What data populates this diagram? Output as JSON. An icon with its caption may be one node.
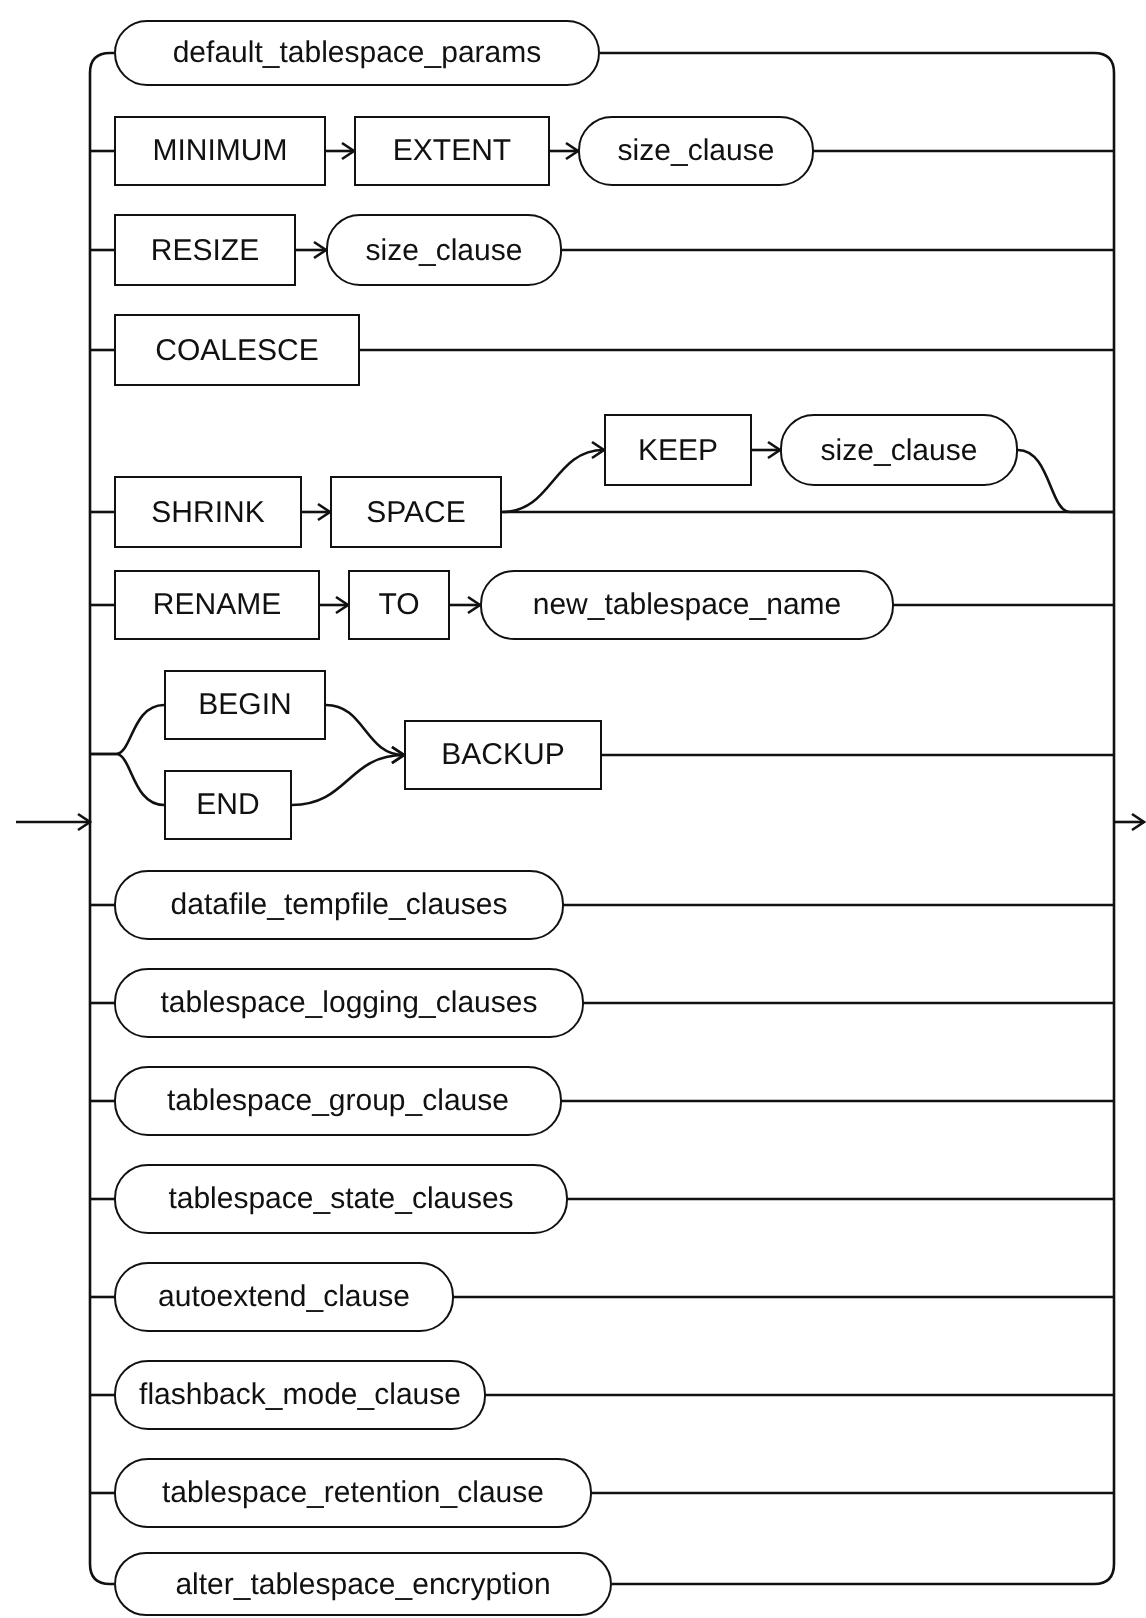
{
  "diagram": {
    "nodes": [
      {
        "text": [
          "default_tablespace_params"
        ]
      },
      {
        "text": [
          "MINIMUM"
        ]
      },
      {
        "text": [
          "EXTENT"
        ]
      },
      {
        "text": [
          "size_clause"
        ]
      },
      {
        "text": [
          "RESIZE"
        ]
      },
      {
        "text": [
          "size_clause"
        ]
      },
      {
        "text": [
          "COALESCE"
        ]
      },
      {
        "text": [
          "SHRINK"
        ]
      },
      {
        "text": [
          "SPACE"
        ]
      },
      {
        "text": [
          "KEEP"
        ]
      },
      {
        "text": [
          "size_clause"
        ]
      },
      {
        "text": [
          "RENAME"
        ]
      },
      {
        "text": [
          "TO"
        ]
      },
      {
        "text": [
          "new_tablespace_name"
        ]
      },
      {
        "text": [
          "BEGIN"
        ]
      },
      {
        "text": [
          "END"
        ]
      },
      {
        "text": [
          "BACKUP"
        ]
      },
      {
        "text": [
          "datafile_tempfile_clauses"
        ]
      },
      {
        "text": [
          "tablespace_logging_clauses"
        ]
      },
      {
        "text": [
          "tablespace_group_clause"
        ]
      },
      {
        "text": [
          "tablespace_state_clauses"
        ]
      },
      {
        "text": [
          "autoextend_clause"
        ]
      },
      {
        "text": [
          "flashback_mode_clause"
        ]
      },
      {
        "text": [
          "tablespace_retention_clause"
        ]
      },
      {
        "text": [
          "alter_tablespace_encryption"
        ]
      }
    ],
    "edges": [
      {
        "from": null,
        "to": 0,
        "arrow": "none"
      },
      {
        "from": 0,
        "to": null,
        "arrow": "none"
      },
      {
        "from": null,
        "to": 1,
        "arrow": "none"
      },
      {
        "from": 1,
        "to": 2,
        "arrow": "to"
      },
      {
        "from": 2,
        "to": 3,
        "arrow": "to"
      },
      {
        "from": 3,
        "to": null,
        "arrow": "none"
      },
      {
        "from": null,
        "to": 4,
        "arrow": "none"
      },
      {
        "from": 4,
        "to": 5,
        "arrow": "to"
      },
      {
        "from": 5,
        "to": null,
        "arrow": "none"
      },
      {
        "from": null,
        "to": 6,
        "arrow": "none"
      },
      {
        "from": 6,
        "to": null,
        "arrow": "none"
      },
      {
        "from": null,
        "to": 7,
        "arrow": "none"
      },
      {
        "from": 7,
        "to": 8,
        "arrow": "to"
      },
      {
        "from": 8,
        "to": 9,
        "arrow": "to"
      },
      {
        "from": 9,
        "to": 10,
        "arrow": "to"
      },
      {
        "from": 10,
        "to": null,
        "arrow": "none"
      },
      {
        "from": 8,
        "to": null,
        "arrow": "none"
      },
      {
        "from": null,
        "to": 11,
        "arrow": "none"
      },
      {
        "from": 11,
        "to": 12,
        "arrow": "to"
      },
      {
        "from": 12,
        "to": 13,
        "arrow": "to"
      },
      {
        "from": 13,
        "to": null,
        "arrow": "none"
      },
      {
        "from": null,
        "to": 14,
        "arrow": "none"
      },
      {
        "from": null,
        "to": 15,
        "arrow": "none"
      },
      {
        "from": 14,
        "to": 16,
        "arrow": "to"
      },
      {
        "from": 15,
        "to": 16,
        "arrow": "to"
      },
      {
        "from": 16,
        "to": null,
        "arrow": "none"
      },
      {
        "from": null,
        "to": 17,
        "arrow": "none"
      },
      {
        "from": 17,
        "to": null,
        "arrow": "none"
      },
      {
        "from": null,
        "to": 18,
        "arrow": "none"
      },
      {
        "from": 18,
        "to": null,
        "arrow": "none"
      },
      {
        "from": null,
        "to": 19,
        "arrow": "none"
      },
      {
        "from": 19,
        "to": null,
        "arrow": "none"
      },
      {
        "from": null,
        "to": 20,
        "arrow": "none"
      },
      {
        "from": 20,
        "to": null,
        "arrow": "none"
      },
      {
        "from": null,
        "to": 21,
        "arrow": "none"
      },
      {
        "from": 21,
        "to": null,
        "arrow": "none"
      },
      {
        "from": null,
        "to": 22,
        "arrow": "none"
      },
      {
        "from": 22,
        "to": null,
        "arrow": "none"
      },
      {
        "from": null,
        "to": 23,
        "arrow": "none"
      },
      {
        "from": 23,
        "to": null,
        "arrow": "none"
      },
      {
        "from": null,
        "to": 24,
        "arrow": "none"
      },
      {
        "from": 24,
        "to": null,
        "arrow": "none"
      }
    ]
  }
}
